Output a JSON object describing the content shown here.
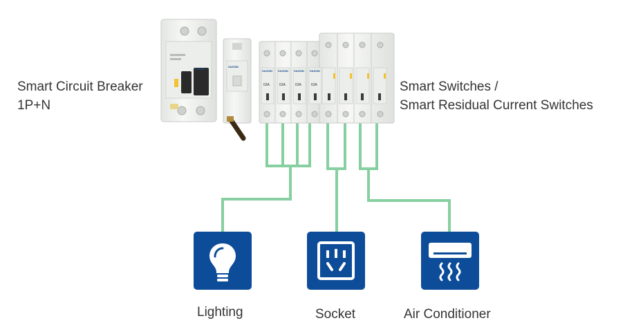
{
  "labels": {
    "breaker_line1": "Smart Circuit Breaker",
    "breaker_line2": "1P+N",
    "switches_line1": "Smart Switches /",
    "switches_line2": "Smart Residual Current Switches",
    "lighting": "Lighting",
    "socket": "Socket",
    "air_conditioner": "Air Conditioner"
  },
  "device_text": {
    "brand": "SASSIN",
    "rating": "63A"
  },
  "colors": {
    "wire": "#86cfa0",
    "icon_bg": "#0d4c98",
    "text": "#333333",
    "device_body": "#f1f2f0",
    "handle": "#2a2a2a",
    "indicator_yellow": "#f2c230"
  },
  "icons": [
    "light-bulb-icon",
    "socket-outlet-icon",
    "air-conditioner-icon"
  ]
}
